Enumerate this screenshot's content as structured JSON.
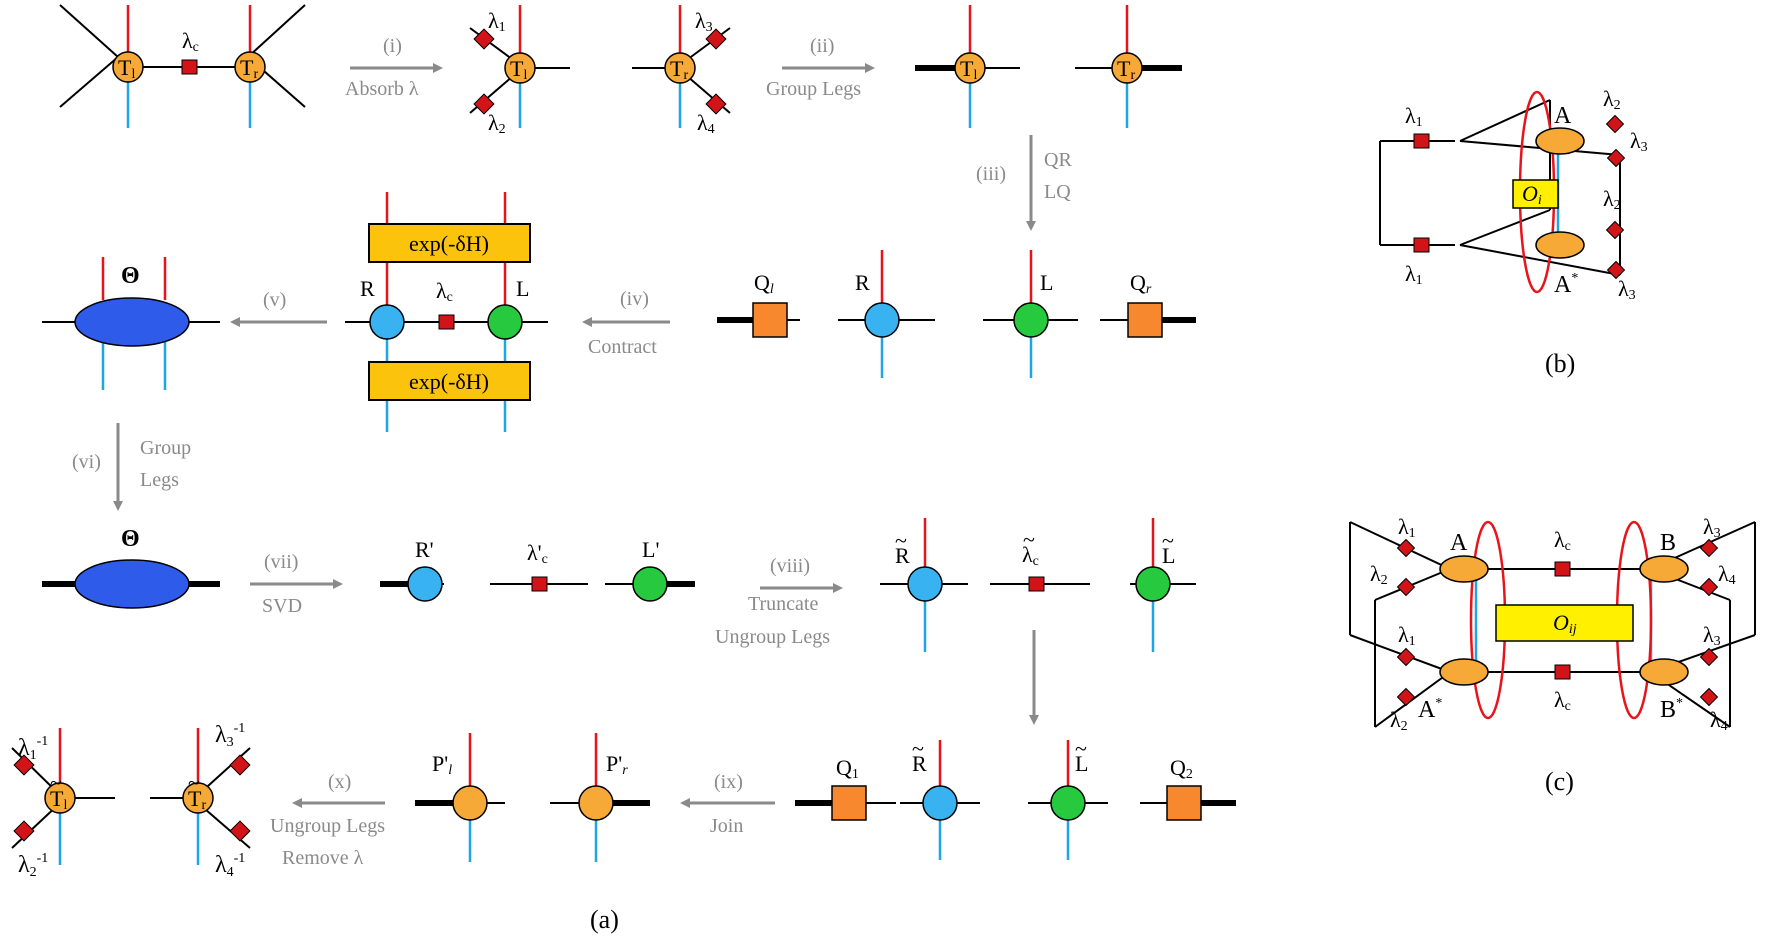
{
  "panels": {
    "a": "(a)",
    "b": "(b)",
    "c": "(c)"
  },
  "steps": {
    "i": {
      "num": "(i)",
      "text": "Absorb λ"
    },
    "ii": {
      "num": "(ii)",
      "text": "Group Legs"
    },
    "iii": {
      "num": "(iii)",
      "text1": "QR",
      "text2": "LQ"
    },
    "iv": {
      "num": "(iv)",
      "text": "Contract"
    },
    "v": {
      "num": "(v)"
    },
    "vi": {
      "num": "(vi)",
      "text1": "Group",
      "text2": "Legs"
    },
    "vii": {
      "num": "(vii)",
      "text": "SVD"
    },
    "viii": {
      "num": "(viii)",
      "text1": "Truncate",
      "text2": "Ungroup Legs"
    },
    "ix": {
      "num": "(ix)",
      "text": "Join"
    },
    "x": {
      "num": "(x)",
      "text1": "Ungroup Legs",
      "text2": "Remove λ"
    }
  },
  "tensors": {
    "tl": {
      "main": "T",
      "sub": "l"
    },
    "tr": {
      "main": "T",
      "sub": "r"
    },
    "lambda_c": {
      "main": "λ",
      "sub": "c"
    },
    "lambda1": {
      "main": "λ",
      "sub": "1"
    },
    "lambda2": {
      "main": "λ",
      "sub": "2"
    },
    "lambda3": {
      "main": "λ",
      "sub": "3"
    },
    "lambda4": {
      "main": "λ",
      "sub": "4"
    },
    "lambda1_inv": {
      "main": "λ",
      "sub": "1",
      "sup": "-1"
    },
    "lambda2_inv": {
      "main": "λ",
      "sub": "2",
      "sup": "-1"
    },
    "lambda3_inv": {
      "main": "λ",
      "sub": "3",
      "sup": "-1"
    },
    "lambda4_inv": {
      "main": "λ",
      "sub": "4",
      "sup": "-1"
    },
    "ql": {
      "main": "Q",
      "sub": "l"
    },
    "qr": {
      "main": "Q",
      "sub": "r"
    },
    "q1": {
      "main": "Q",
      "sub": "1"
    },
    "q2": {
      "main": "Q",
      "sub": "2"
    },
    "r": "R",
    "l": "L",
    "r_prime": "R'",
    "l_prime": "L'",
    "lambda_c_prime": {
      "main": "λ'",
      "sub": "c"
    },
    "r_tilde": "R",
    "l_tilde": "L",
    "lambda_c_tilde": {
      "main": "λ",
      "sub": "c"
    },
    "p_l_prime": {
      "main": "P'",
      "sub": "l"
    },
    "p_r_prime": {
      "main": "P'",
      "sub": "r"
    },
    "theta": "Θ",
    "gate": "exp(-δH)",
    "tilde": "~",
    "a": "A",
    "a_star": "A",
    "b": "B",
    "b_star": "B",
    "star": "*",
    "oi": {
      "main": "O",
      "sub": "i"
    },
    "oij": {
      "main": "O",
      "sub": "ij"
    }
  }
}
